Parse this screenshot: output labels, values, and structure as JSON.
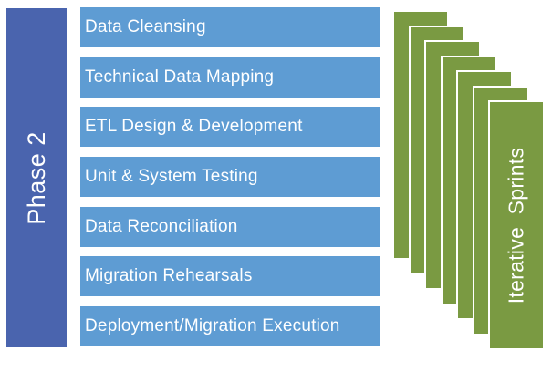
{
  "diagram": {
    "phase": {
      "label": "Phase 2"
    },
    "tasks": [
      "Data Cleansing",
      "Technical Data Mapping",
      "ETL Design & Development",
      "Unit & System Testing",
      "Data Reconciliation",
      "Migration Rehearsals",
      "Deployment/Migration Execution"
    ],
    "sprints": {
      "label": "Iterative  Sprints",
      "bar_count": 7
    },
    "colors": {
      "phase_bar": "#4A64AE",
      "task_bar": "#5E9CD3",
      "sprint_bar": "#7A9A42",
      "sprint_border": "#FFFFFF",
      "text": "#FFFFFF",
      "background": "#FFFFFF"
    }
  }
}
